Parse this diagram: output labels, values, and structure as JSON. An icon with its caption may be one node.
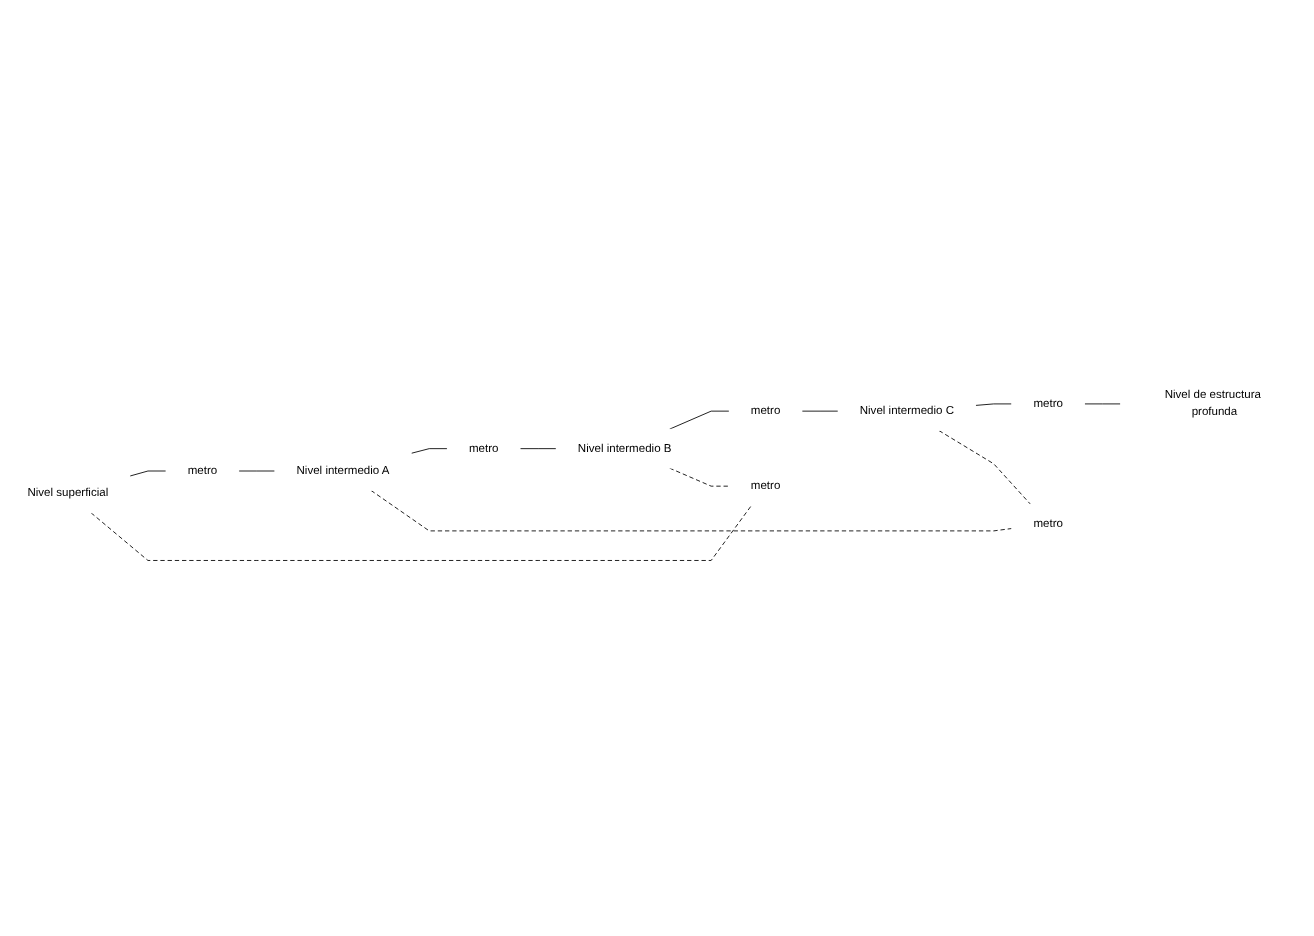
{
  "diagram": {
    "nodes": [
      {
        "text": [
          "Nivel superficial"
        ]
      },
      {
        "text": [
          "metro"
        ]
      },
      {
        "text": [
          "Nivel intermedio A"
        ]
      },
      {
        "text": [
          "metro"
        ]
      },
      {
        "text": [
          "Nivel intermedio B"
        ]
      },
      {
        "text": [
          "metro"
        ]
      },
      {
        "text": [
          "Nivel intermedio C"
        ]
      },
      {
        "text": [
          "metro"
        ]
      },
      {
        "text": [
          "Nivel de estructura profunda"
        ]
      },
      {
        "text": [
          "metro"
        ]
      },
      {
        "text": [
          "metro"
        ]
      }
    ],
    "edges": [
      {
        "from": 0,
        "to": 1,
        "arrow": "none"
      },
      {
        "from": 1,
        "to": 2,
        "arrow": "none"
      },
      {
        "from": 2,
        "to": 3,
        "arrow": "none"
      },
      {
        "from": 3,
        "to": 4,
        "arrow": "none"
      },
      {
        "from": 4,
        "to": 5,
        "arrow": "none"
      },
      {
        "from": 5,
        "to": 6,
        "arrow": "none"
      },
      {
        "from": 6,
        "to": 7,
        "arrow": "none"
      },
      {
        "from": 7,
        "to": 8,
        "arrow": "none"
      },
      {
        "from": 0,
        "to": 9,
        "arrow": "none",
        "style": "dashed"
      },
      {
        "from": 4,
        "to": 9,
        "arrow": "none",
        "style": "dashed"
      },
      {
        "from": 2,
        "to": 10,
        "arrow": "none",
        "style": "dashed"
      },
      {
        "from": 6,
        "to": 10,
        "arrow": "none",
        "style": "dashed"
      }
    ]
  }
}
